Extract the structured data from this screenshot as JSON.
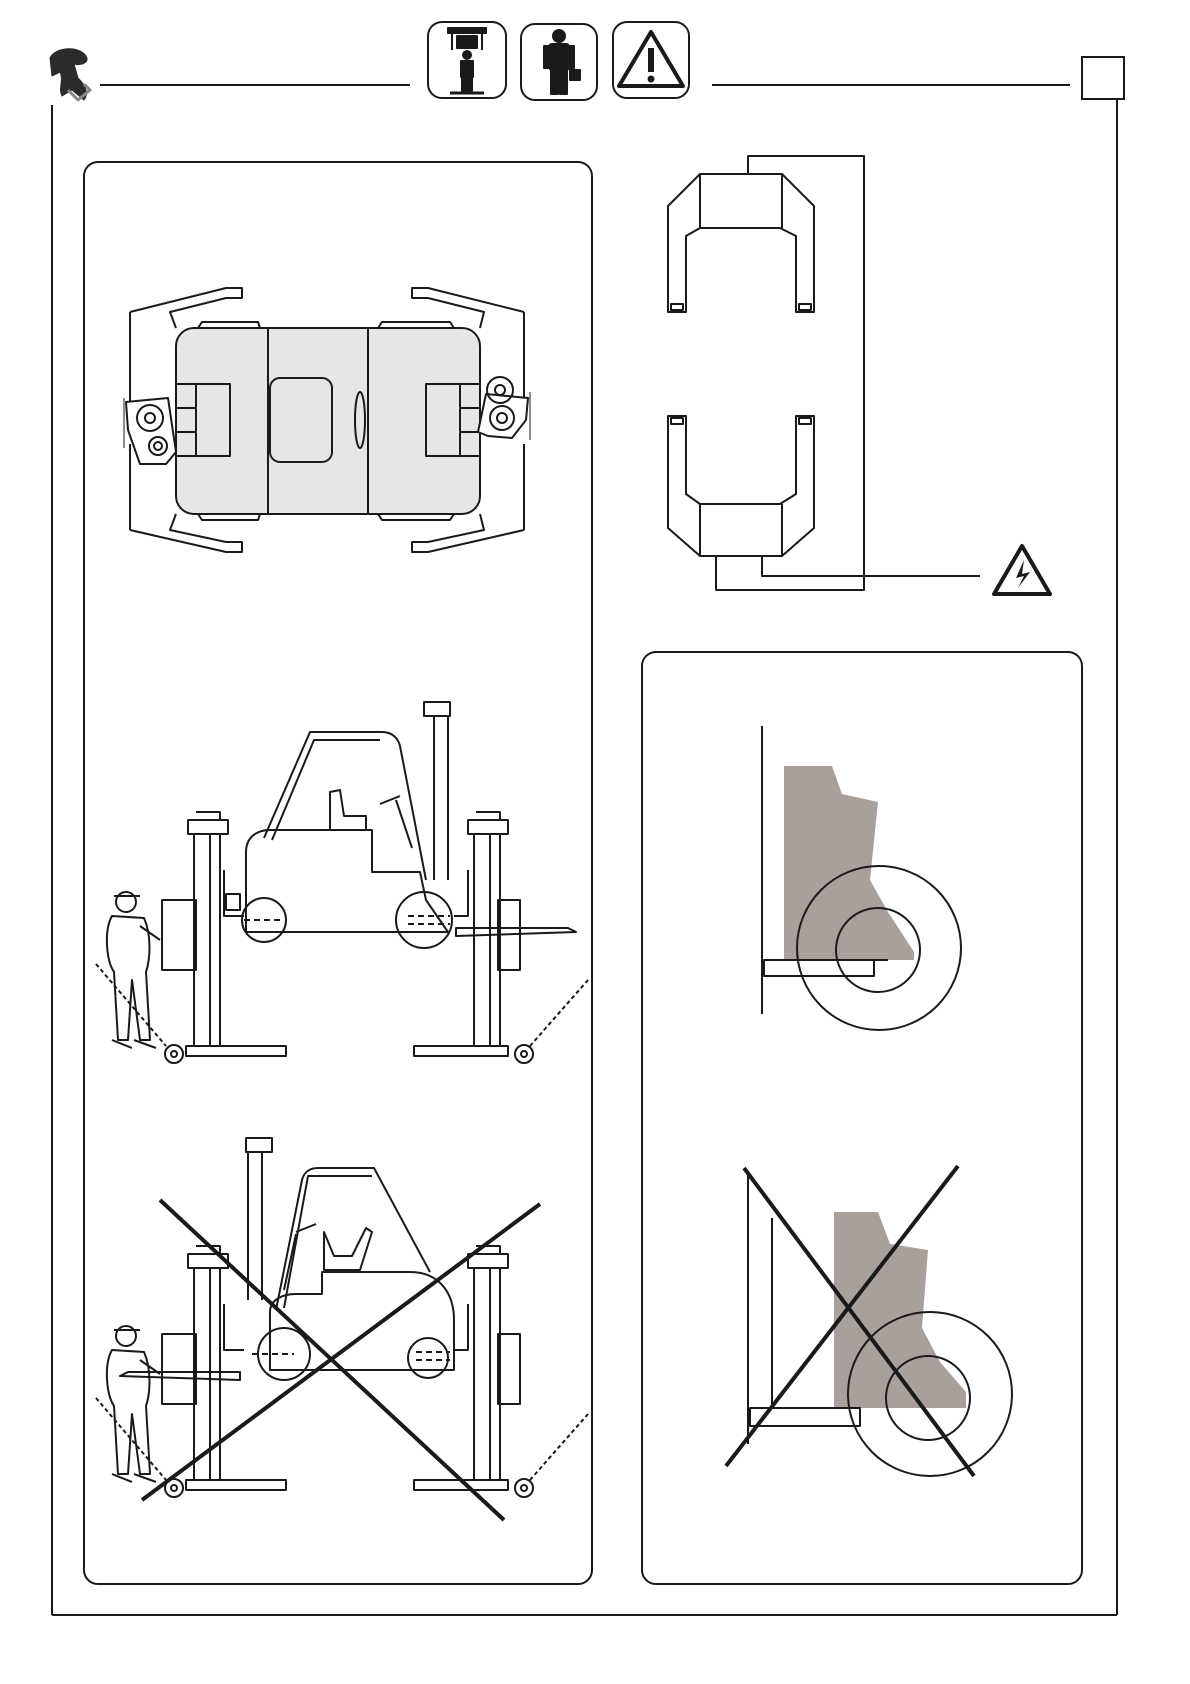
{
  "page": {
    "number": "",
    "brand_logo": "ravaglioli-logo"
  },
  "header": {
    "icons": [
      {
        "name": "operator-lift-icon"
      },
      {
        "name": "operator-icon"
      },
      {
        "name": "warning-icon"
      }
    ]
  },
  "colors": {
    "line": "#1a1a1a",
    "vehicle_fill": "#e6e6e6",
    "wheel_section_fill": "#aaa09b",
    "page_bg": "#ffffff"
  },
  "figures": {
    "top_view": {
      "description_icon": "lift-top-view"
    },
    "forklift_correct": {
      "icon": "forklift-side-correct"
    },
    "forklift_wrong": {
      "icon": "forklift-side-crossed"
    },
    "column_layout": {
      "icon": "column-plan",
      "warning": "electric-hazard-icon"
    },
    "wheel_correct": {
      "icon": "wheel-fork-correct"
    },
    "wheel_wrong": {
      "icon": "wheel-fork-crossed"
    }
  }
}
